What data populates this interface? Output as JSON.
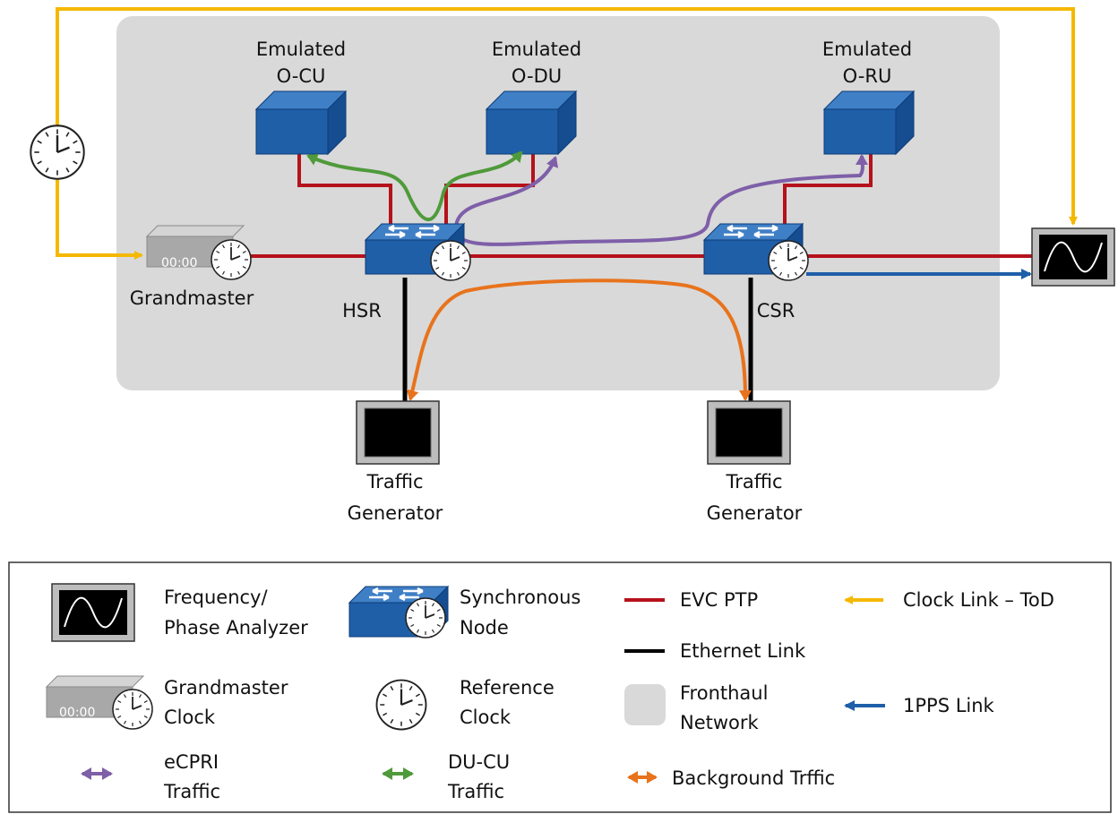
{
  "nodes": {
    "o_cu": [
      "Emulated",
      "O-CU"
    ],
    "o_du": [
      "Emulated",
      "O-DU"
    ],
    "o_ru": [
      "Emulated",
      "O-RU"
    ],
    "grandmaster": "Grandmaster",
    "grandmaster_display": "00:00",
    "hsr": "HSR",
    "csr": "CSR",
    "traffic_gen_left": [
      "Traffic",
      "Generator"
    ],
    "traffic_gen_right": [
      "Traffic",
      "Generator"
    ]
  },
  "legend": {
    "analyzer": [
      "Frequency/",
      "Phase Analyzer"
    ],
    "sync_node": [
      "Synchronous",
      "Node"
    ],
    "evc_ptp": "EVC PTP",
    "clock_link": "Clock Link – ToD",
    "ethernet_link": "Ethernet Link",
    "gm_clock": [
      "Grandmaster",
      "Clock"
    ],
    "gm_display": "00:00",
    "reference_clock": [
      "Reference",
      "Clock"
    ],
    "fronthaul": [
      "Fronthaul",
      "Network"
    ],
    "pps_link": "1PPS Link",
    "ecpri": [
      "eCPRI",
      "Traffic"
    ],
    "du_cu": [
      "DU-CU",
      "Traffic"
    ],
    "background": "Background Trffic"
  },
  "colors": {
    "evc_ptp": "#b5121b",
    "ethernet": "#000000",
    "clock_link": "#f5b800",
    "pps_link": "#1f5fa8",
    "ecpri": "#7e5fa8",
    "du_cu": "#4f9a3a",
    "background": "#e8731c",
    "fronthaul": "#d9d9d9",
    "device_blue": "#1f5fa8"
  }
}
